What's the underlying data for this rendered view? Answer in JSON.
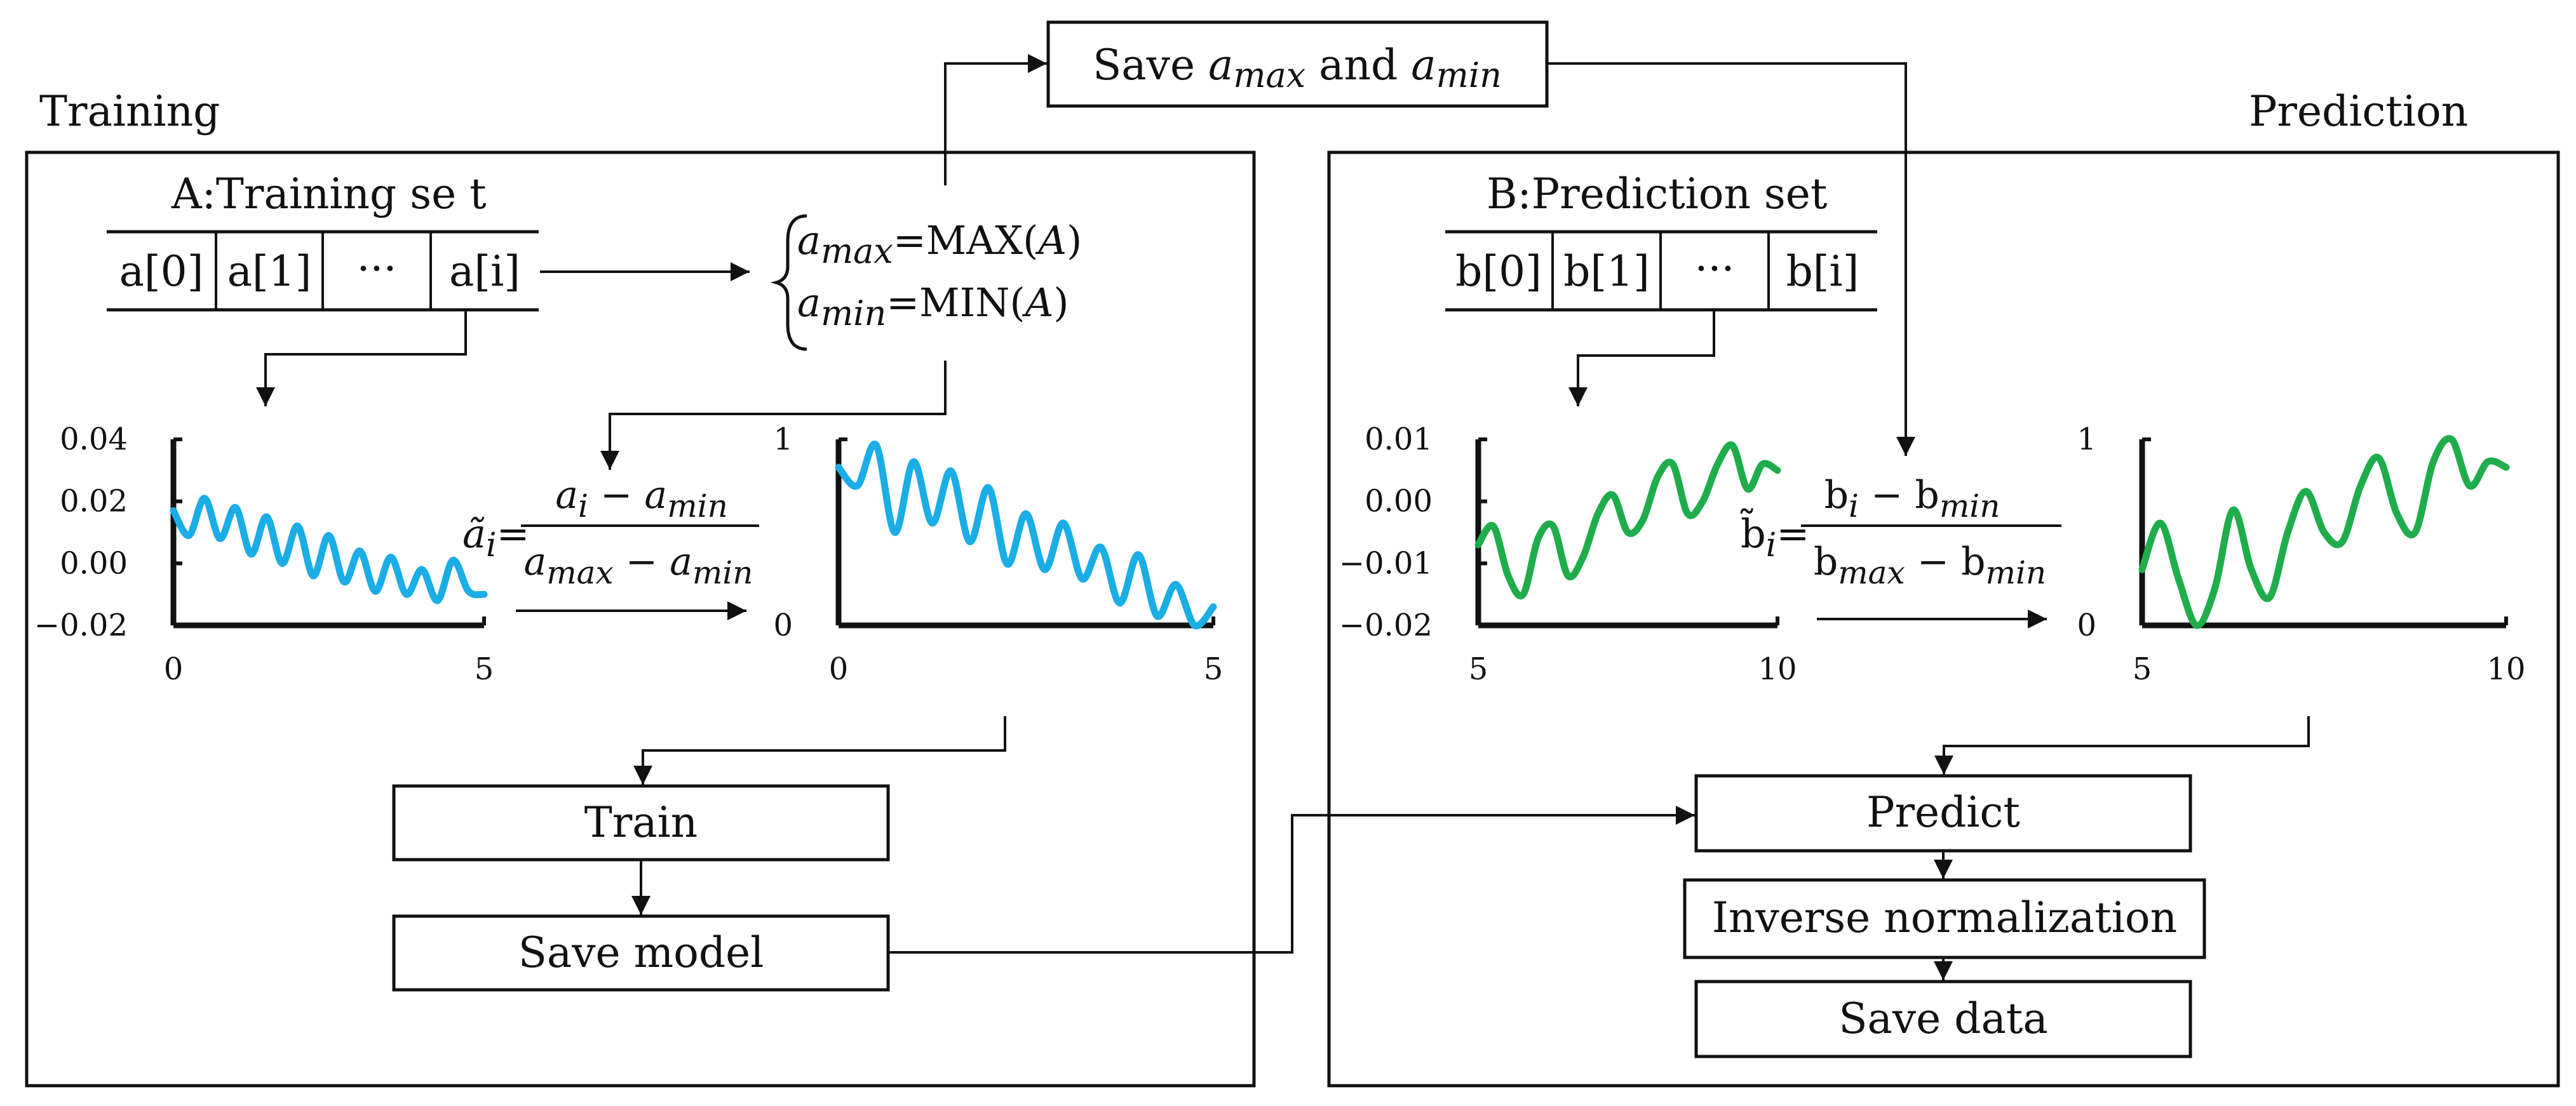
{
  "sections": {
    "training": "Training",
    "prediction": "Prediction"
  },
  "save_minmax": {
    "prefix": "Save ",
    "a": "a",
    "max": "max",
    "and": " and ",
    "min": "min"
  },
  "training_set": {
    "title": "A:Training se t",
    "cells": [
      "a[0]",
      "a[1]",
      "···",
      "a[i]"
    ]
  },
  "prediction_set": {
    "title": "B:Prediction set",
    "cells": [
      "b[0]",
      "b[1]",
      "···",
      "b[i]"
    ]
  },
  "minmax_formula": {
    "a": "a",
    "max": "max",
    "min": "min",
    "eq_max": "=MAX(",
    "eq_min": "=MIN(",
    "A": "A",
    "close": ")"
  },
  "norm_formula_a": {
    "lhs": "ã",
    "sub_i": "i",
    "eq": "=",
    "num_a": "a",
    "num_sub": "i",
    "minus": " − ",
    "num_a2": "a",
    "num_sub2": "min",
    "den_a": "a",
    "den_sub": "max",
    "den_a2": "a",
    "den_sub2": "min"
  },
  "norm_formula_b": {
    "lhs": "b̃",
    "sub_i": "i",
    "eq": "=",
    "num_b": "b",
    "num_sub": "i",
    "minus": " − ",
    "num_b2": "b",
    "num_sub2": "min",
    "den_b": "b",
    "den_sub": "max",
    "den_b2": "b",
    "den_sub2": "min"
  },
  "boxes": {
    "train": "Train",
    "save_model": "Save model",
    "predict": "Predict",
    "inverse": "Inverse normalization",
    "save_data": "Save data"
  },
  "colors": {
    "training_curve": "#1aade6",
    "prediction_curve": "#1fad4c",
    "line": "#111111"
  },
  "chart_data": [
    {
      "type": "line",
      "x_ticks": [
        "0",
        "5"
      ],
      "y_ticks": [
        "0.04",
        "0.02",
        "0.00",
        "−0.02"
      ],
      "xlim": [
        0,
        5
      ],
      "ylim": [
        -0.02,
        0.04
      ],
      "series": [
        {
          "color": "#1aade6",
          "x": [
            0,
            0.25,
            0.5,
            0.75,
            1,
            1.25,
            1.5,
            1.75,
            2,
            2.25,
            2.5,
            2.75,
            3,
            3.25,
            3.5,
            3.75,
            4,
            4.25,
            4.5,
            4.75,
            5
          ],
          "y": [
            0.017,
            0.009,
            0.021,
            0.008,
            0.018,
            0.003,
            0.015,
            0.0,
            0.012,
            -0.004,
            0.009,
            -0.006,
            0.004,
            -0.009,
            0.002,
            -0.01,
            -0.002,
            -0.012,
            0.001,
            -0.009,
            -0.01
          ]
        }
      ]
    },
    {
      "type": "line",
      "x_ticks": [
        "0",
        "5"
      ],
      "y_ticks": [
        "1",
        "0"
      ],
      "xlim": [
        0,
        5
      ],
      "ylim": [
        0,
        1
      ],
      "series": [
        {
          "color": "#1aade6",
          "x": [
            0,
            0.25,
            0.5,
            0.75,
            1,
            1.25,
            1.5,
            1.75,
            2,
            2.25,
            2.5,
            2.75,
            3,
            3.25,
            3.5,
            3.75,
            4,
            4.25,
            4.5,
            4.75,
            5
          ],
          "y": [
            0.85,
            0.75,
            0.97,
            0.5,
            0.88,
            0.55,
            0.83,
            0.45,
            0.74,
            0.33,
            0.6,
            0.3,
            0.55,
            0.25,
            0.42,
            0.12,
            0.38,
            0.05,
            0.22,
            0.0,
            0.1
          ]
        }
      ]
    },
    {
      "type": "line",
      "x_ticks": [
        "5",
        "10"
      ],
      "y_ticks": [
        "0.01",
        "0.00",
        "−0.01",
        "−0.02"
      ],
      "xlim": [
        5,
        10
      ],
      "ylim": [
        -0.02,
        0.01
      ],
      "series": [
        {
          "color": "#1fad4c",
          "x": [
            5,
            5.25,
            5.5,
            5.75,
            6,
            6.25,
            6.5,
            6.75,
            7,
            7.25,
            7.5,
            7.75,
            8,
            8.25,
            8.5,
            8.75,
            9,
            9.25,
            9.5,
            9.75,
            10
          ],
          "y": [
            -0.007,
            -0.004,
            -0.012,
            -0.015,
            -0.006,
            -0.004,
            -0.012,
            -0.009,
            -0.002,
            0.001,
            -0.005,
            -0.003,
            0.004,
            0.006,
            -0.002,
            0.0,
            0.006,
            0.009,
            0.002,
            0.006,
            0.005
          ]
        }
      ]
    },
    {
      "type": "line",
      "x_ticks": [
        "5",
        "10"
      ],
      "y_ticks": [
        "1",
        "0"
      ],
      "xlim": [
        5,
        10
      ],
      "ylim": [
        0,
        1
      ],
      "series": [
        {
          "color": "#1fad4c",
          "x": [
            5,
            5.25,
            5.5,
            5.75,
            6,
            6.25,
            6.5,
            6.75,
            7,
            7.25,
            7.5,
            7.75,
            8,
            8.25,
            8.5,
            8.75,
            9,
            9.25,
            9.5,
            9.75,
            10
          ],
          "y": [
            0.3,
            0.55,
            0.25,
            0.0,
            0.2,
            0.62,
            0.3,
            0.15,
            0.5,
            0.72,
            0.5,
            0.45,
            0.75,
            0.9,
            0.6,
            0.5,
            0.88,
            1.0,
            0.75,
            0.88,
            0.85
          ]
        }
      ]
    }
  ]
}
